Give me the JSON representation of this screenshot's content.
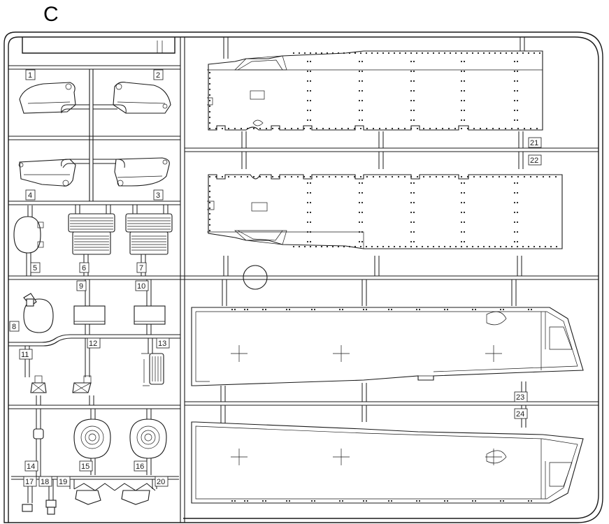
{
  "sprue": {
    "letter": "C",
    "parts": [
      {
        "id": "1"
      },
      {
        "id": "2"
      },
      {
        "id": "3"
      },
      {
        "id": "4"
      },
      {
        "id": "5"
      },
      {
        "id": "6"
      },
      {
        "id": "7"
      },
      {
        "id": "8"
      },
      {
        "id": "9"
      },
      {
        "id": "10"
      },
      {
        "id": "11"
      },
      {
        "id": "12"
      },
      {
        "id": "13"
      },
      {
        "id": "14"
      },
      {
        "id": "15"
      },
      {
        "id": "16"
      },
      {
        "id": "17"
      },
      {
        "id": "18"
      },
      {
        "id": "19"
      },
      {
        "id": "20"
      },
      {
        "id": "21"
      },
      {
        "id": "22"
      },
      {
        "id": "23"
      },
      {
        "id": "24"
      }
    ]
  }
}
